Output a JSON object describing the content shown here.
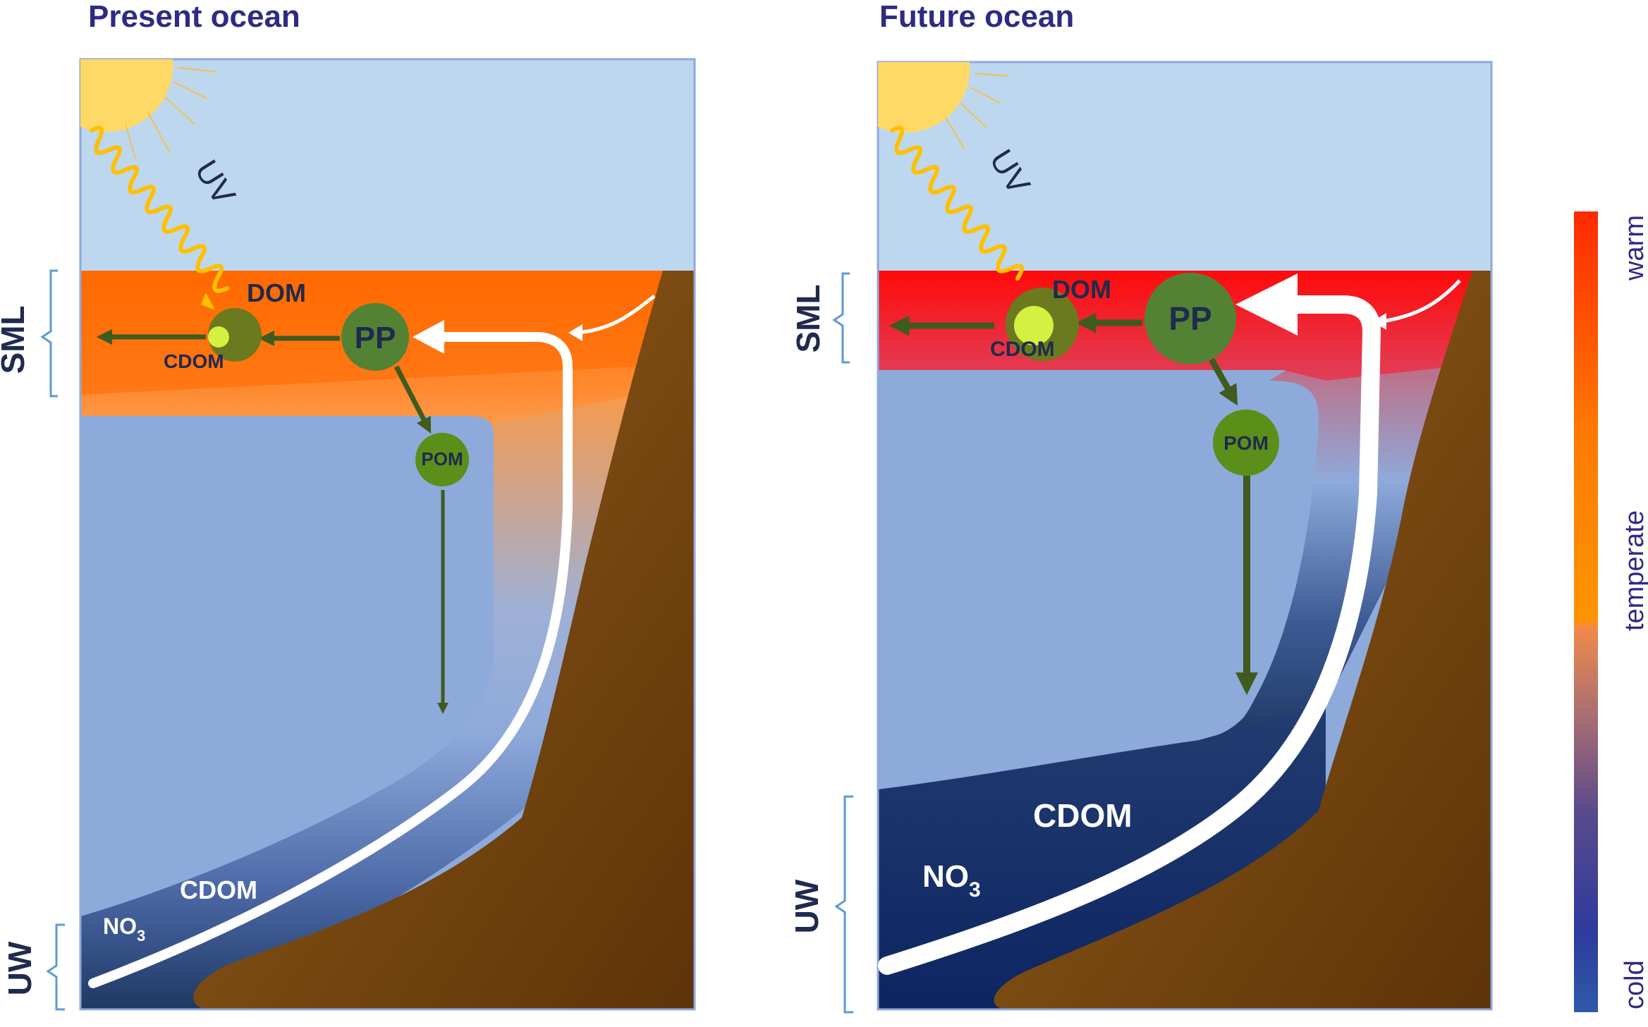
{
  "panels": [
    {
      "title": "Present ocean",
      "labels": {
        "uv": "UV",
        "dom": "DOM",
        "cdom_small": "CDOM",
        "pp": "PP",
        "pom": "POM",
        "cdom_deep": "CDOM",
        "no3_main": "NO",
        "no3_sub": "3",
        "sml": "SML",
        "uw": "UW"
      }
    },
    {
      "title": "Future ocean",
      "labels": {
        "uv": "UV",
        "dom": "DOM",
        "cdom_small": "CDOM",
        "pp": "PP",
        "pom": "POM",
        "cdom_deep": "CDOM",
        "no3_main": "NO",
        "no3_sub": "3",
        "sml": "SML",
        "uw": "UW"
      }
    }
  ],
  "scale": {
    "warm": "warm",
    "temperate": "temperate",
    "cold": "cold"
  },
  "colors": {
    "sky": "#bdd7ee",
    "deep_water": "#8eaadb",
    "navy": "#1f3864",
    "land": "#7f4f1a",
    "present_sml": "#ff7a1a",
    "future_sml": "#ff1a1a",
    "arrow": "#3f5b1e",
    "circle_pp": "#548235",
    "circle_pom": "#5b8f1a",
    "sun": "#ffd966",
    "wave": "#ffc000",
    "title": "#2e2a86"
  }
}
